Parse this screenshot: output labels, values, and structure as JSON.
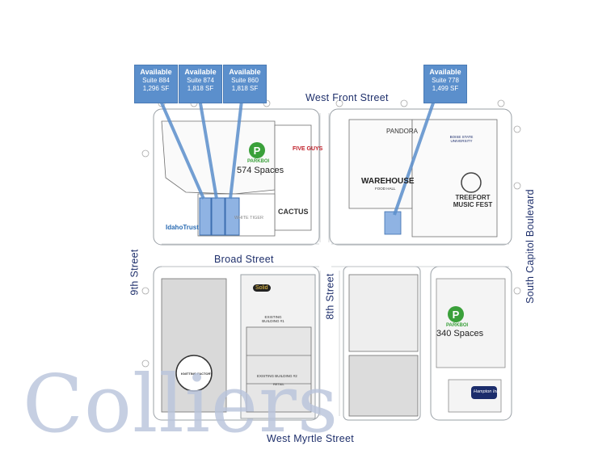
{
  "callouts": [
    {
      "label": "Available",
      "suite": "Suite 884",
      "size": "1,296 SF"
    },
    {
      "label": "Available",
      "suite": "Suite 874",
      "size": "1,818 SF"
    },
    {
      "label": "Available",
      "suite": "Suite 860",
      "size": "1,818 SF"
    },
    {
      "label": "Available",
      "suite": "Suite 778",
      "size": "1,499 SF"
    }
  ],
  "streets": {
    "north": "West  Front  Street",
    "south": "West  Myrtle  Street",
    "west": "9th Street",
    "east": "South Capitol Boulevard",
    "middle_ns": "8th Street",
    "middle_ew": "Broad Street"
  },
  "parking": [
    {
      "icon": "P",
      "brand": "PARKBOI",
      "spaces": "574 Spaces"
    },
    {
      "icon": "P",
      "brand": "PARKBOI",
      "spaces": "340 Spaces"
    }
  ],
  "tenants": {
    "five_guys": "FIVE GUYS",
    "cactus": "CACTUS",
    "idaho_trust": "IdahoTrust",
    "pandora": "PANDORA",
    "boise_state": "BOISE STATE UNIVERSITY",
    "warehouse": "WAREHOUSE",
    "warehouse_sub": "FOOD HALL",
    "treefort": "TREEFORT MUSIC FEST",
    "white_tiger": "WHITE TIGER",
    "solid": "Solid",
    "knitting_factory": "KNITTING FACTORY",
    "hampton": "Hampton Inn",
    "existing_1": "EXISTING BUILDING #1",
    "existing_2": "EXISTING BUILDING #2",
    "retail": "RETAIL"
  },
  "watermark": "Colliers",
  "colors": {
    "callout": "#5b8fcc",
    "street_text": "#1e2f6b",
    "available_fill": "#8fb3e3",
    "parkboi": "#3aa03a",
    "watermark": "#b9c4dc"
  }
}
